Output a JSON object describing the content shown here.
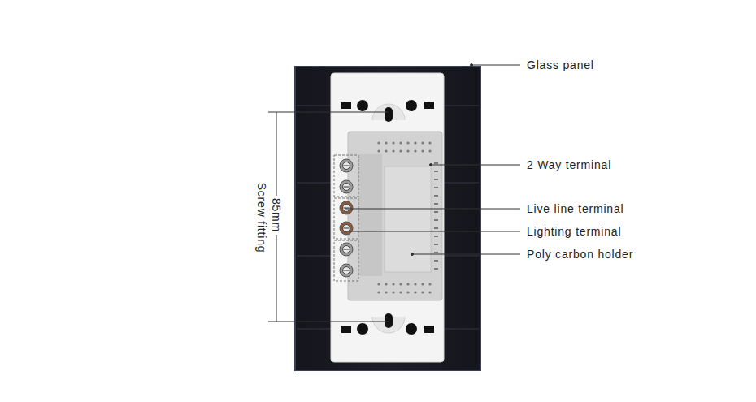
{
  "diagram": {
    "labels": [
      "Glass panel",
      "2 Way terminal",
      "Live line terminal",
      "Lighting terminal",
      "Poly carbon holder",
      "85mm",
      "Screw fitting"
    ]
  }
}
